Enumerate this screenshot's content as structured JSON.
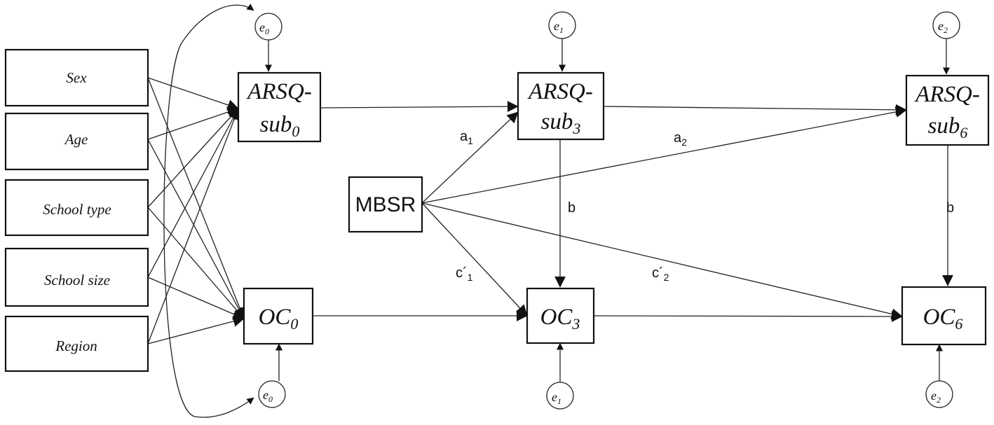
{
  "covariates": [
    "Sex",
    "Age",
    "School type",
    "School size",
    "Region"
  ],
  "treatment": "MBSR",
  "nodes": {
    "arsq0": {
      "line1": "ARSQ-",
      "base": "sub",
      "sub": "0"
    },
    "arsq3": {
      "line1": "ARSQ-",
      "base": "sub",
      "sub": "3"
    },
    "arsq6": {
      "line1": "ARSQ-",
      "base": "sub",
      "sub": "6"
    },
    "oc0": {
      "base": "OC",
      "sub": "0"
    },
    "oc3": {
      "base": "OC",
      "sub": "3"
    },
    "oc6": {
      "base": "OC",
      "sub": "6"
    }
  },
  "errors": {
    "top0": {
      "base": "e",
      "sub": "0"
    },
    "top1": {
      "base": "e",
      "sub": "1"
    },
    "top2": {
      "base": "e",
      "sub": "2"
    },
    "bot0": {
      "base": "e",
      "sub": "0"
    },
    "bot1": {
      "base": "e",
      "sub": "1"
    },
    "bot2": {
      "base": "e",
      "sub": "2"
    }
  },
  "paths": {
    "a1": {
      "base": "a",
      "sub": "1"
    },
    "a2": {
      "base": "a",
      "sub": "2"
    },
    "b1": {
      "base": "b"
    },
    "b2": {
      "base": "b"
    },
    "c1": {
      "base": "c´",
      "sub": "1"
    },
    "c2": {
      "base": "c´",
      "sub": "2"
    }
  }
}
